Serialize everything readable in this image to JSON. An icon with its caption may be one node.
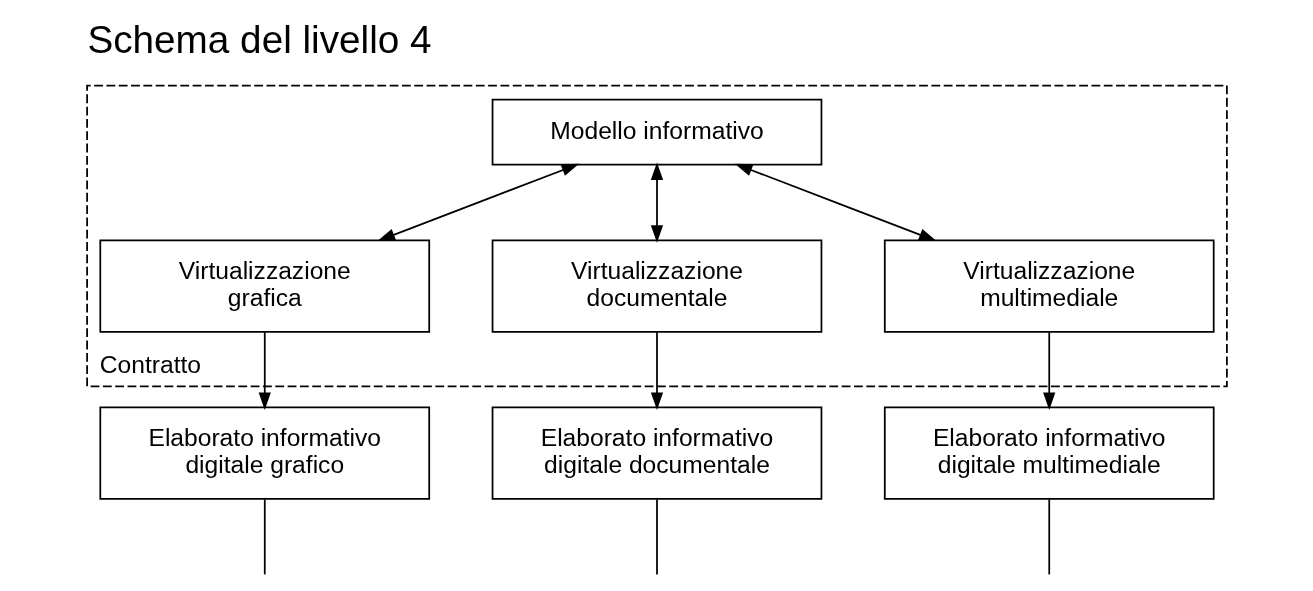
{
  "diagram": {
    "title": "Schema del livello 4",
    "nodes": [
      {
        "text": [
          "Contratto"
        ]
      },
      {
        "text": [
          "Modello informativo"
        ],
        "in": 0
      },
      {
        "text": [
          "Virtualizzazione grafica"
        ],
        "in": 0
      },
      {
        "text": [
          "Virtualizzazione documentale"
        ],
        "in": 0
      },
      {
        "text": [
          "Virtualizzazione multimediale"
        ],
        "in": 0
      },
      {
        "text": [
          "Elaborato informativo digitale grafico"
        ]
      },
      {
        "text": [
          "Elaborato informativo digitale documentale"
        ]
      },
      {
        "text": [
          "Elaborato informativo digitale multimediale"
        ]
      }
    ],
    "edges": [
      {
        "from": 1,
        "to": 2,
        "arrow": "both"
      },
      {
        "from": 1,
        "to": 3,
        "arrow": "both"
      },
      {
        "from": 1,
        "to": 4,
        "arrow": "both"
      },
      {
        "from": 2,
        "to": 5,
        "arrow": "to"
      },
      {
        "from": 3,
        "to": 6,
        "arrow": "to"
      },
      {
        "from": 4,
        "to": 7,
        "arrow": "to"
      },
      {
        "from": 5,
        "to": null,
        "arrow": "none"
      },
      {
        "from": 6,
        "to": null,
        "arrow": "none"
      },
      {
        "from": 7,
        "to": null,
        "arrow": "none"
      }
    ]
  }
}
